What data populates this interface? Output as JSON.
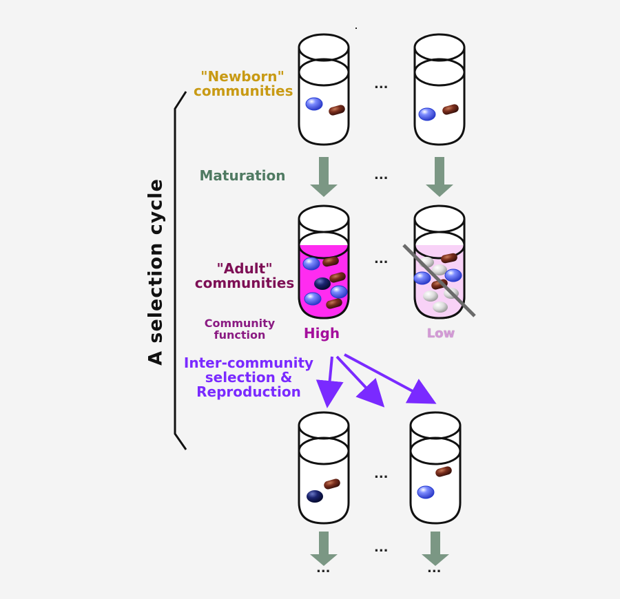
{
  "labels": {
    "newborn": "\"Newborn\" communities",
    "maturation": "Maturation",
    "adult": "\"Adult\" communities",
    "community_function": "Community function",
    "high": "High",
    "low": "Low",
    "selection": "Inter-community selection & Reproduction",
    "cycle": "A selection cycle",
    "ellipsis": "..."
  },
  "colors": {
    "newborn": "#c89a14",
    "maturation": "#4f7a62",
    "adult": "#7d0f55",
    "function": "#8a1a82",
    "high": "#a40f9c",
    "low": "#d39ad6",
    "selection": "#7a2aff",
    "tube_fill_high": "#ff2cf0",
    "tube_fill_low": "#f8d2f7",
    "arrow_green": "#7b9784",
    "blue_cell": "#5f72f4",
    "dark_blue_cell": "#111b63",
    "brown_cell": "#7a2b1c",
    "gray_cell": "#d2d2d2"
  }
}
